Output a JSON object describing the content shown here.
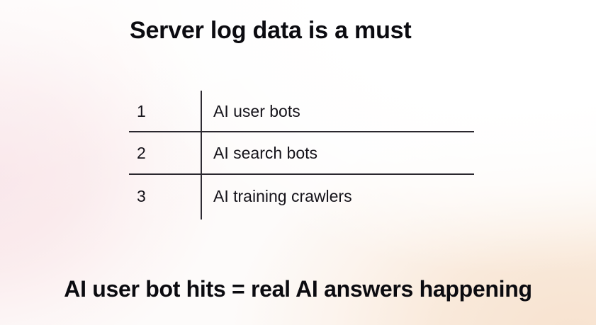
{
  "slide": {
    "title": "Server log data is a must",
    "headline": "AI user bot hits = real AI answers happening",
    "colors": {
      "text": "#0b0b10",
      "rule": "#2a272e",
      "background_top_right": "#ffffff",
      "background_left": "#f8e4e8",
      "background_bottom_left": "#efe0ea",
      "background_bottom_right": "#f7e2cf"
    }
  },
  "table": {
    "rows": [
      {
        "index": "1",
        "label": "AI user bots"
      },
      {
        "index": "2",
        "label": "AI search bots"
      },
      {
        "index": "3",
        "label": "AI training crawlers"
      }
    ]
  }
}
